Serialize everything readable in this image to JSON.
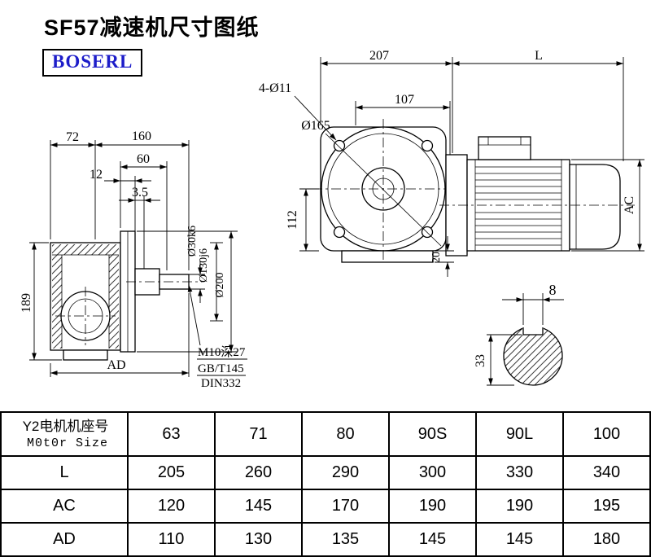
{
  "page": {
    "title": "SF57减速机尺寸图纸",
    "brand": "BOSERL"
  },
  "side_view": {
    "dim_72": "72",
    "dim_160": "160",
    "dim_60": "60",
    "dim_12": "12",
    "dim_3_5": "3.5",
    "dim_189": "189",
    "dim_ad": "AD",
    "dia_shaft": "Ø30k6",
    "dia_spigot": "Ø130j6",
    "dia_flange": "Ø200",
    "note_tap": "M10深27",
    "note_std_gb": "GB/T145",
    "note_std_din": "DIN332"
  },
  "front_view": {
    "dim_207": "207",
    "dim_l": "L",
    "dim_bolt_holes": "4-Ø11",
    "dim_107": "107",
    "dia_165": "Ø165",
    "dim_112": "112",
    "dim_20": "20",
    "dim_ac": "AC"
  },
  "shaft_section": {
    "dim_key_width": "8",
    "dim_33": "33"
  },
  "table": {
    "header": {
      "cn": "Y2电机机座号",
      "en": "M0t0r Size"
    },
    "sizes": [
      "63",
      "71",
      "80",
      "90S",
      "90L",
      "100"
    ],
    "rows": [
      {
        "label": "L",
        "values": [
          "205",
          "260",
          "290",
          "300",
          "330",
          "340"
        ]
      },
      {
        "label": "AC",
        "values": [
          "120",
          "145",
          "170",
          "190",
          "190",
          "195"
        ]
      },
      {
        "label": "AD",
        "values": [
          "110",
          "130",
          "135",
          "145",
          "145",
          "180"
        ]
      }
    ]
  }
}
